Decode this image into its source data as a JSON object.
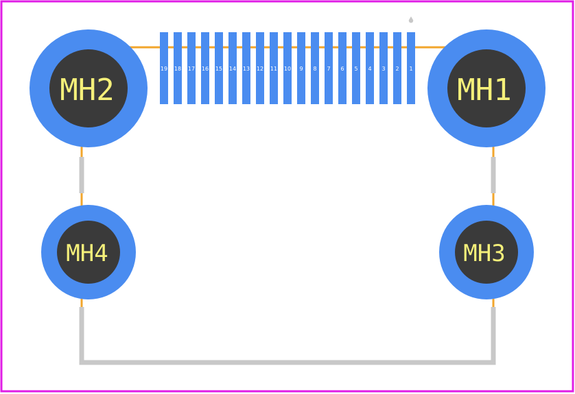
{
  "colors": {
    "board_outline": "#e01ee6",
    "pad": "#4a8cf0",
    "drill": "#3a3a3a",
    "silkscreen": "#c8c8c8",
    "courtyard": "#f2a62c",
    "label": "#f5f07a",
    "pin_number": "#ffffff"
  },
  "mounting_holes": [
    {
      "label": "MH1"
    },
    {
      "label": "MH2"
    },
    {
      "label": "MH3"
    },
    {
      "label": "MH4"
    }
  ],
  "pins": [
    "1",
    "2",
    "3",
    "4",
    "5",
    "6",
    "7",
    "8",
    "9",
    "10",
    "11",
    "12",
    "13",
    "14",
    "15",
    "16",
    "17",
    "18",
    "19"
  ]
}
